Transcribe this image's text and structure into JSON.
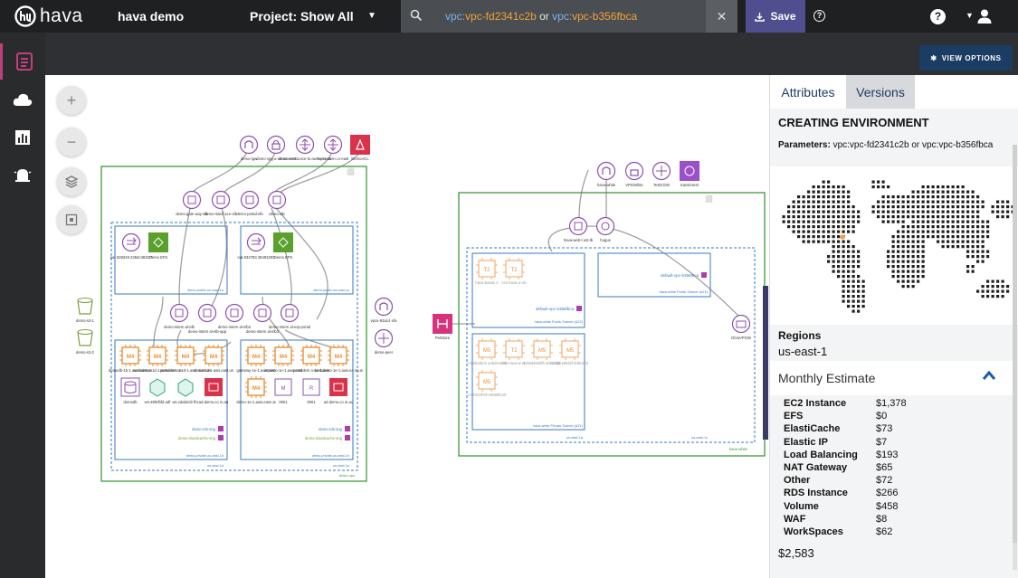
{
  "topbar": {
    "logo_text": "hava",
    "account": "hava demo",
    "project": "Project: Show All",
    "search": {
      "q1_key": "vpc:",
      "q1_val": "vpc-fd2341c2b",
      "op": " or ",
      "q2_key": "vpc:",
      "q2_val": "vpc-b356fbca",
      "clear": "✕"
    },
    "save_label": "Save"
  },
  "toolbar": {
    "view_options": "VIEW OPTIONS"
  },
  "diagram": {
    "left_vpc": {
      "name": "demo-vpc",
      "top_icons": [
        "demo-igw",
        "demo-vpg-a ws-us-east",
        "demo-netsource-to aws-us-eas",
        "hq-to-aws-u s-east",
        "DemoACL"
      ],
      "lb": [
        "demo-gate way-elb",
        "demo-intarf ace-elb",
        "demo-portal-elb",
        "demo-alb"
      ],
      "public_az1": {
        "nat": "nat-328349 2384c3828 7",
        "efs": "Demo EFS",
        "label": "demo-public-us-east-1a"
      },
      "public_az2": {
        "nat": "nat-032783 28493293",
        "efs": "Demo EFS",
        "label": "demo-public-us-east-1c"
      },
      "mid_icons": [
        "demo-intern al-elb",
        "demo-intern al-elb-app",
        "demo-intern al-elb2",
        "demo-intern al-elb3",
        "demo-intern al-erp-portal"
      ],
      "private_az1": {
        "ec2": [
          "demodb-1b-1.aws.east.us",
          "workdemo-1d-1.aws.eas t.us",
          "portaldem o-1d-1.aws .east.us",
          "demo-1d-1-aws.east.us"
        ],
        "row2": [
          "demodb",
          "ws-39fefbfd adf",
          "ws-cdab2d2 fbc",
          "ad.demo.co m.au"
        ],
        "rds_sg": "demo-rds-sng",
        "cache_sg": "demo-elasticache-sng",
        "label": "demo-private-us-east-1d"
      },
      "private_az2": {
        "ec2": [
          "gateway-1e-1.aws.east",
          "intdemo-1e-1.aws.east",
          "portaldem o-1e-1.aws",
          "workdemo-1e-1.aws.ea st.us"
        ],
        "row2": [
          "demo-1e-1.aws.east.us",
          "0001",
          "0001",
          "ad.demo.co m.au"
        ],
        "rds_sg": "demo-rds-sng",
        "cache_sg": "demo-elasticache-sng",
        "label": "demo-private-us-east-1e"
      },
      "az1": "us-east-1d",
      "az2": "us-east-1e",
      "s3": [
        "demo-s3-1",
        "demo-s3-2"
      ],
      "peer": [
        "vpce-93a14 efa",
        "demo-peer"
      ]
    },
    "right_vpc": {
      "name": "hava-white",
      "top_icons": [
        "hava-white",
        "VPGWhite",
        "TestCGW",
        "transit-test"
      ],
      "lb": [
        "hava-web-t est-lb",
        "hogus"
      ],
      "public_az1_label": "default-vpc-b356fbca",
      "public_az2_label": "default-vpc-b356fbca",
      "public_az1_subnet": "hava-white Public Subnet (AZ2)",
      "public_az2_subnet": "hava-white Public Subnet (AZ1)",
      "public_t2": [
        "hava-bastio n",
        "ecs-hava-w eb"
      ],
      "private_icons": [
        "c-0a0b4be2 a4bde4398",
        "ecs-hava-w eb",
        "c-08d4659fb 9d9d0d2",
        "c-0de18546f 8d8c0ed"
      ],
      "private_row2": "c-08423f70l e9585f120",
      "private_subnet": "hava-white Private Subnet (AZ1)",
      "az1": "us-east-1a",
      "az2": "us-east-1c",
      "petstore": "PetStore",
      "dcvgw": "DCwVPGW"
    }
  },
  "panel": {
    "tabs": [
      "Attributes",
      "Versions"
    ],
    "status_title": "CREATING ENVIRONMENT",
    "params_label": "Parameters:",
    "params_value": "vpc:vpc-fd2341c2b or vpc:vpc-b356fbca",
    "regions_label": "Regions",
    "regions_value": "us-east-1",
    "monthly_label": "Monthly Estimate",
    "costs": [
      {
        "name": "EC2 Instance",
        "value": "$1,378"
      },
      {
        "name": "EFS",
        "value": "$0"
      },
      {
        "name": "ElastiCache",
        "value": "$73"
      },
      {
        "name": "Elastic IP",
        "value": "$7"
      },
      {
        "name": "Load Balancing",
        "value": "$193"
      },
      {
        "name": "NAT Gateway",
        "value": "$65"
      },
      {
        "name": "Other",
        "value": "$72"
      },
      {
        "name": "RDS Instance",
        "value": "$266"
      },
      {
        "name": "Volume",
        "value": "$458"
      },
      {
        "name": "WAF",
        "value": "$8"
      },
      {
        "name": "WorkSpaces",
        "value": "$62"
      }
    ],
    "total": "$2,583"
  },
  "colors": {
    "accent_magenta": "#c0407a",
    "save_bg": "#4f4f8f",
    "view_options_bg": "#1c3d63",
    "vpc_border": "#3c9a3c",
    "subnet_border": "#3a7abf",
    "ec2_orange": "#e8913a",
    "efs_green": "#5aa02c",
    "acl_red": "#d8334a",
    "lb_purple": "#8c4fb0"
  }
}
